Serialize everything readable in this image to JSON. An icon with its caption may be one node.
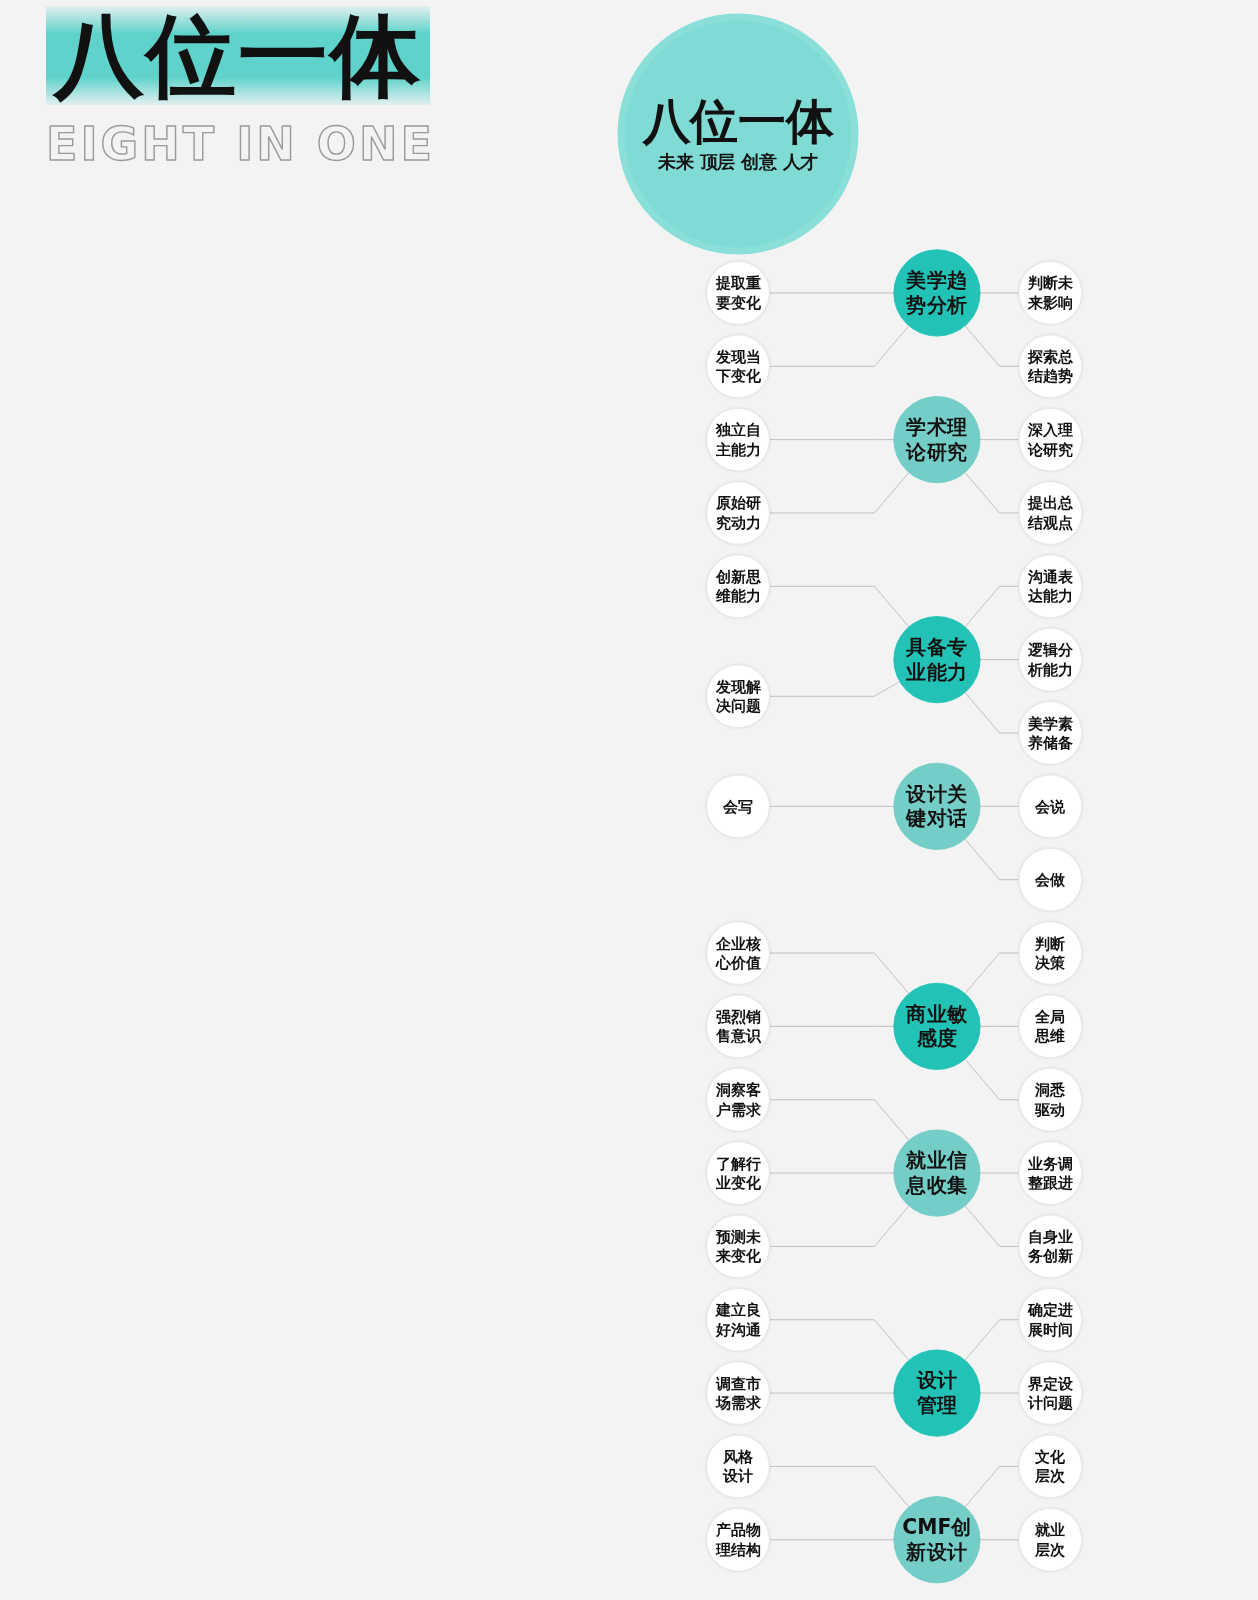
{
  "diagram": {
    "title": "八位一体",
    "nodes": [
      {
        "text": [
          "八位一体",
          "未来 顶层 创意 人才"
        ]
      },
      {
        "text": [
          "美学趋势分析"
        ]
      },
      {
        "text": [
          "判断未来影响"
        ]
      },
      {
        "text": [
          "探索总结趋势"
        ]
      },
      {
        "text": [
          "提取重要变化"
        ]
      },
      {
        "text": [
          "发现当下变化"
        ]
      },
      {
        "text": [
          "学术理论研究"
        ]
      },
      {
        "text": [
          "独立自主能力"
        ]
      },
      {
        "text": [
          "原始研究动力"
        ]
      },
      {
        "text": [
          "深入理论研究"
        ]
      },
      {
        "text": [
          "提出总结观点"
        ]
      },
      {
        "text": [
          "具备专业能力"
        ]
      },
      {
        "text": [
          "创新思维能力"
        ]
      },
      {
        "text": [
          "发现解决问题"
        ]
      },
      {
        "text": [
          "沟通表达能力"
        ]
      },
      {
        "text": [
          "逻辑分析能力"
        ]
      },
      {
        "text": [
          "美学素养储备"
        ]
      },
      {
        "text": [
          "设计关键对话"
        ]
      },
      {
        "text": [
          "会说"
        ]
      },
      {
        "text": [
          "会做"
        ]
      },
      {
        "text": [
          "会写"
        ]
      },
      {
        "text": [
          "商业敏感度"
        ]
      },
      {
        "text": [
          "判断决策"
        ]
      },
      {
        "text": [
          "全局思维"
        ]
      },
      {
        "text": [
          "企业核心价值"
        ]
      },
      {
        "text": [
          "洞悉驱动"
        ]
      },
      {
        "text": [
          "强烈销售意识"
        ]
      },
      {
        "text": [
          "就业信息收集"
        ]
      },
      {
        "text": [
          "洞察客户需求"
        ]
      },
      {
        "text": [
          "业务调整跟进"
        ]
      },
      {
        "text": [
          "了解行业变化"
        ]
      },
      {
        "text": [
          "自身业务创新"
        ]
      },
      {
        "text": [
          "预测未来变化"
        ]
      },
      {
        "text": [
          "设计管理"
        ]
      },
      {
        "text": [
          "建立良好沟通"
        ]
      },
      {
        "text": [
          "确定进展时间"
        ]
      },
      {
        "text": [
          "调查市场需求"
        ]
      },
      {
        "text": [
          "界定设计问题"
        ]
      },
      {
        "text": [
          "CMF创新设计"
        ]
      },
      {
        "text": [
          "文化层次"
        ]
      },
      {
        "text": [
          "就业层次"
        ]
      },
      {
        "text": [
          "风格设计"
        ]
      },
      {
        "text": [
          "产品物理结构"
        ]
      }
    ],
    "edges": [
      {
        "from": 1,
        "to": 2,
        "arrow": "none"
      },
      {
        "from": 1,
        "to": 3,
        "arrow": "none"
      },
      {
        "from": 4,
        "to": 1,
        "arrow": "none"
      },
      {
        "from": 5,
        "to": 1,
        "arrow": "none"
      },
      {
        "from": 7,
        "to": 6,
        "arrow": "none"
      },
      {
        "from": 8,
        "to": 6,
        "arrow": "none"
      },
      {
        "from": 6,
        "to": 9,
        "arrow": "none"
      },
      {
        "from": 6,
        "to": 10,
        "arrow": "none"
      },
      {
        "from": 12,
        "to": 11,
        "arrow": "none"
      },
      {
        "from": 13,
        "to": 11,
        "arrow": "none"
      },
      {
        "from": 11,
        "to": 14,
        "arrow": "none"
      },
      {
        "from": 11,
        "to": 15,
        "arrow": "none"
      },
      {
        "from": 11,
        "to": 16,
        "arrow": "none"
      },
      {
        "from": 17,
        "to": 18,
        "arrow": "none"
      },
      {
        "from": 17,
        "to": 19,
        "arrow": "none"
      },
      {
        "from": 20,
        "to": 17,
        "arrow": "none"
      },
      {
        "from": 21,
        "to": 22,
        "arrow": "none"
      },
      {
        "from": 21,
        "to": 23,
        "arrow": "none"
      },
      {
        "from": 24,
        "to": 21,
        "arrow": "none"
      },
      {
        "from": 21,
        "to": 25,
        "arrow": "none"
      },
      {
        "from": 26,
        "to": 21,
        "arrow": "none"
      },
      {
        "from": 28,
        "to": 27,
        "arrow": "none"
      },
      {
        "from": 27,
        "to": 29,
        "arrow": "none"
      },
      {
        "from": 30,
        "to": 27,
        "arrow": "none"
      },
      {
        "from": 27,
        "to": 31,
        "arrow": "none"
      },
      {
        "from": 32,
        "to": 27,
        "arrow": "none"
      },
      {
        "from": 34,
        "to": 33,
        "arrow": "none"
      },
      {
        "from": 33,
        "to": 35,
        "arrow": "none"
      },
      {
        "from": 36,
        "to": 33,
        "arrow": "none"
      },
      {
        "from": 33,
        "to": 37,
        "arrow": "none"
      },
      {
        "from": 41,
        "to": 38,
        "arrow": "none"
      },
      {
        "from": 42,
        "to": 38,
        "arrow": "none"
      },
      {
        "from": 38,
        "to": 39,
        "arrow": "none"
      },
      {
        "from": 38,
        "to": 40,
        "arrow": "none"
      }
    ],
    "labels": [
      "EIGHT IN ONE"
    ]
  }
}
